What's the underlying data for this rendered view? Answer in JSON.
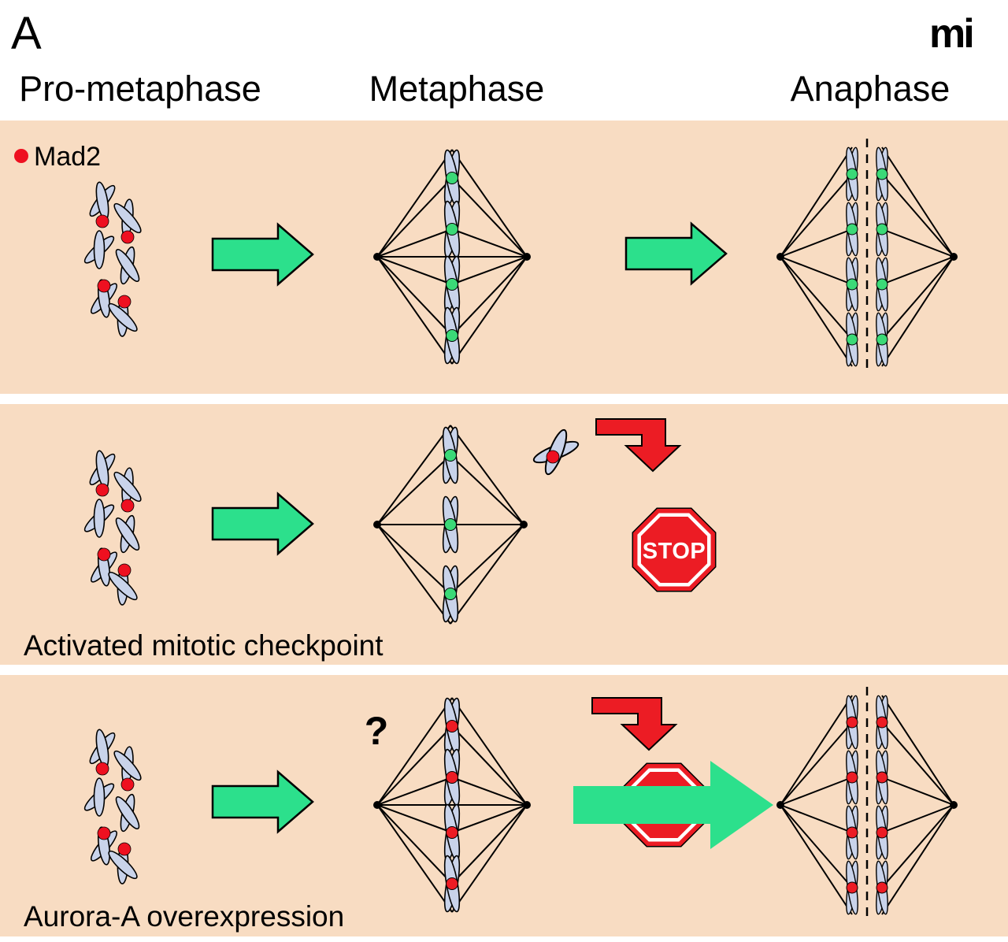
{
  "figure": {
    "panel_label": "A",
    "logo_text": "mi"
  },
  "column_headers": {
    "prometaphase": "Pro-metaphase",
    "metaphase": "Metaphase",
    "anaphase": "Anaphase"
  },
  "rows": {
    "normal": {
      "legend_mad2": "Mad2"
    },
    "checkpoint": {
      "caption": "Activated mitotic checkpoint",
      "stop_label": "STOP"
    },
    "aurora": {
      "caption": "Aurora-A overexpression",
      "question_mark": "?"
    }
  },
  "colors": {
    "panel_bg": "#f8dcc2",
    "green_arrow": "#2ce08c",
    "red": "#ec1c24",
    "chromosome_fill": "#c9d3ea",
    "kinetochore_green": "#3bd977",
    "mad2_red": "#ee1020",
    "logo_blue": "#2222cc"
  }
}
